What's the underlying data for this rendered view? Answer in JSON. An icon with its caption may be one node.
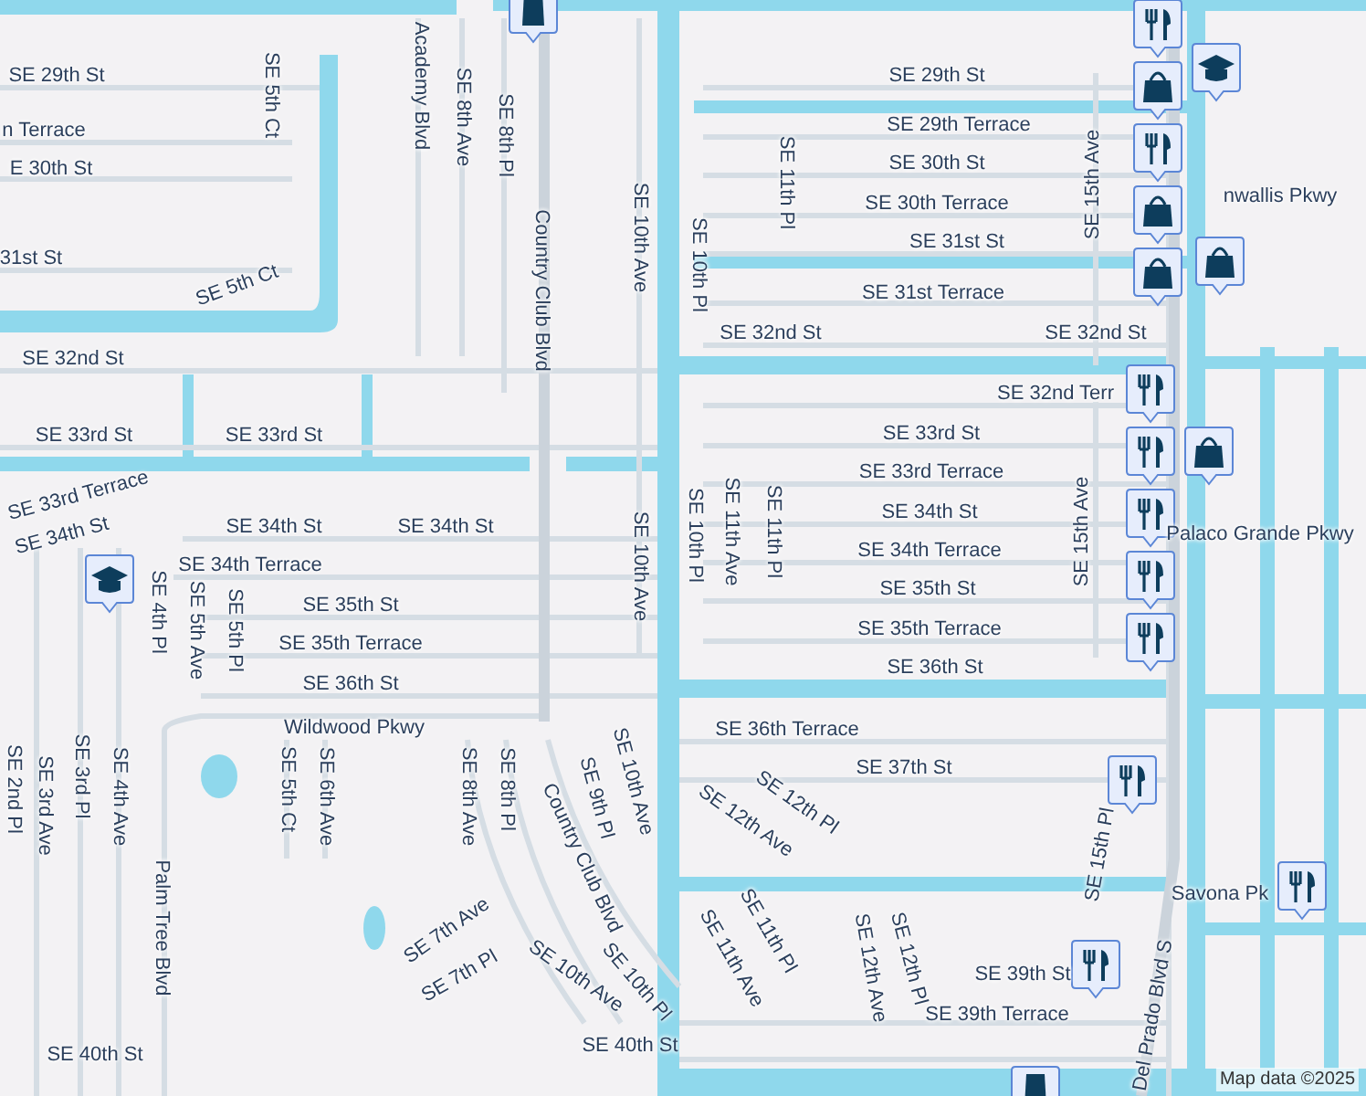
{
  "diagram": {
    "labels": [
      "SE 29th St",
      "SE 5th Ct",
      "n Terrace",
      "E 30th St",
      "31st St",
      "SE 5th Ct",
      "Academy Blvd",
      "SE 8th Ave",
      "SE 8th Pl",
      "SE 29th St",
      "SE 29th Terrace",
      "SE 11th Pl",
      "SE 30th St",
      "SE 15th Ave",
      "SE 30th Terrace",
      "nwallis Pkwy",
      "SE 31st St",
      "Country Club Blvd",
      "SE 10th Ave",
      "SE 10th Pl",
      "SE 31st Terrace",
      "SE 32nd St",
      "SE 32nd St",
      "SE 32nd St",
      "SE 32nd Terr",
      "SE 33rd St",
      "SE 33rd St",
      "SE 33rd St",
      "SE 33rd Terrace",
      "SE 33rd Terrace",
      "SE 34th St",
      "SE 34th St",
      "SE 34th St",
      "SE 10th Ave",
      "SE 10th Pl",
      "SE 11th Ave",
      "SE 11th Pl",
      "SE 34th St",
      "SE 15th Ave",
      "Palaco Grande Pkwy",
      "SE 34th Terrace",
      "SE 34th Terrace",
      "SE 4th Pl",
      "SE 5th Ave",
      "SE 5th Pl",
      "SE 35th St",
      "SE 35th St",
      "SE 35th Terrace",
      "SE 35th Terrace",
      "SE 36th St",
      "SE 36th St",
      "Wildwood Pkwy",
      "SE 36th Terrace",
      "SE 37th St",
      "SE 2nd Pl",
      "SE 3rd Ave",
      "SE 3rd Pl",
      "SE 4th Ave",
      "SE 5th Ct",
      "SE 6th Ave",
      "SE 8th Ave",
      "SE 8th Pl",
      "SE 9th Pl",
      "SE 10th Ave",
      "Country Club Blvd",
      "SE 12th Ave",
      "SE 12th Pl",
      "Savona Pk",
      "SE 15th Pl",
      "Palm Tree Blvd",
      "SE 7th Ave",
      "SE 11th Pl",
      "SE 11th Ave",
      "SE 12th Ave",
      "SE 12th Pl",
      "SE 39th St",
      "SE 7th Pl",
      "SE 10th Ave",
      "SE 10th Pl",
      "Del Prado Blvd S",
      "SE 39th Terrace",
      "SE 40th St",
      "SE 40th St",
      "Map data ©2025"
    ]
  }
}
